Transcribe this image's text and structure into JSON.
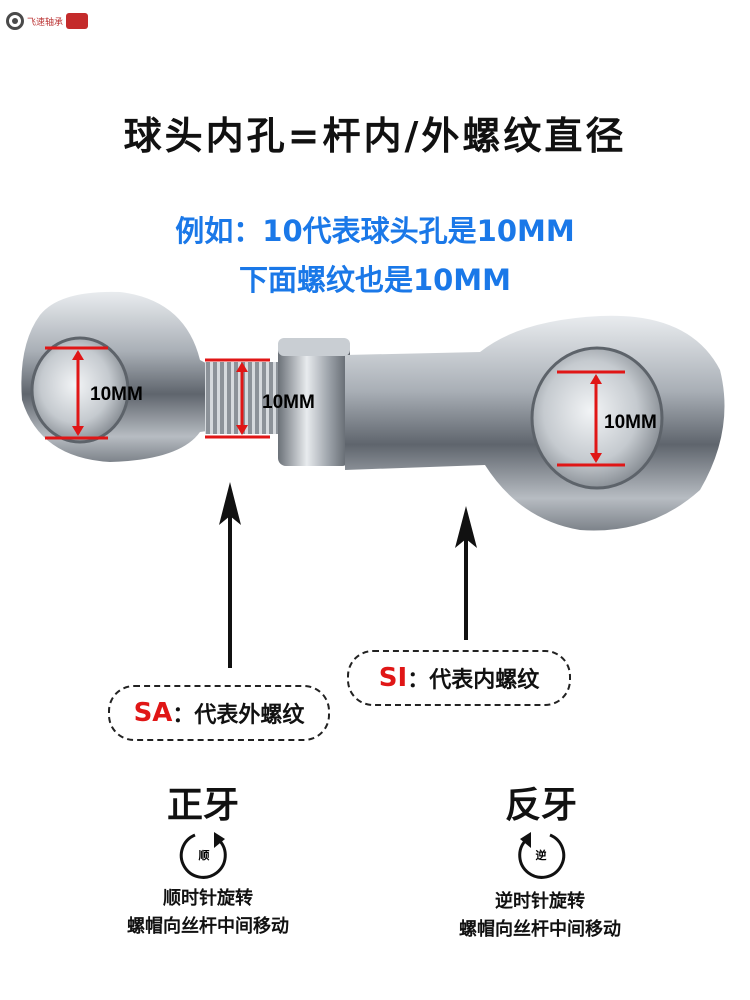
{
  "logo": {
    "text": "飞速轴承",
    "icon": "bearing-logo-icon"
  },
  "title": "球头内孔=杆内/外螺纹直径",
  "example": {
    "line1": "例如：10代表球头孔是10MM",
    "line2": "下面螺纹也是10MM"
  },
  "dimensions": {
    "left_eye": "10MM",
    "thread": "10MM",
    "right_eye": "10MM"
  },
  "sa": {
    "code": "SA",
    "desc": "：代表外螺纹"
  },
  "si": {
    "code": "SI",
    "desc": "：代表内螺纹"
  },
  "left_thread": {
    "title": "正牙",
    "rotation_char": "顺",
    "line1": "顺时针旋转",
    "line2": "螺帽向丝杆中间移动"
  },
  "right_thread": {
    "title": "反牙",
    "rotation_char": "逆",
    "line1": "逆时针旋转",
    "line2": "螺帽向丝杆中间移动"
  },
  "colors": {
    "accent_blue": "#1a78e8",
    "accent_red": "#e01616",
    "metal": "#9aa0a8"
  }
}
